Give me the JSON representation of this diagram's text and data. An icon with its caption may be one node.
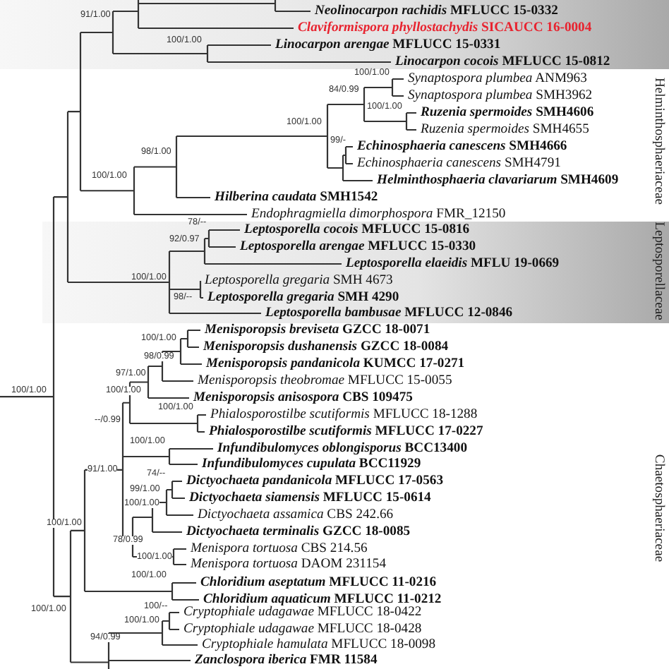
{
  "diagram": {
    "labels": [
      "*Neolinocarpon rachidis* MFLUCC 15-0332",
      "91/1.00",
      "*Claviformispora phyllostachydis* SICAUCC 16-0004",
      "100/1.00",
      "*Linocarpon arengae* MFLUCC 15-0331",
      "*Linocarpon cocois* MFLUCC 15-0812",
      "100/1.00",
      "*Synaptospora plumbea* ANM963",
      "84/0.99",
      "*Synaptospora plumbea* SMH3962",
      "100/1.00",
      "*Ruzenia spermoides* SMH4606",
      "100/1.00",
      "*Ruzenia spermoides* SMH4655",
      "99/-",
      "*Echinosphaeria canescens* SMH4666",
      "98/1.00",
      "*Echinosphaeria canescens* SMH4791",
      "*Helminthosphaeria clavariarum* SMH4609",
      "100/1.00",
      "*Hilberina caudata* SMH1542",
      "*Endophragmiella dimorphospora* FMR_12150",
      "78/--",
      "*Leptosporella cocois* MFLUCC 15-0816",
      "92/0.97",
      "*Leptosporella arengae* MFLUCC 15-0330",
      "*Leptosporella elaeidis* MFLU 19-0669",
      "100/1.00",
      "*Leptosporella gregaria* SMH 4673",
      "98/--",
      "*Leptosporella gregaria* SMH 4290",
      "*Leptosporella bambusae* MFLUCC 12-0846",
      "*Menisporopsis breviseta* GZCC 18-0071",
      "100/1.00",
      "*Menisporopsis dushanensis* GZCC 18-0084",
      "98/0.99",
      "*Menisporopsis pandanicola* KUMCC 17-0271",
      "97/1.00",
      "*Menisporopsis theobromae* MFLUCC 15-0055",
      "100/1.00",
      "100/1.00",
      "*Menisporopsis anisospora* CBS 109475",
      "100/1.00",
      "*Phialosporostilbe scutiformis* MFLUCC 18-1288",
      "--/0.99",
      "*Phialosporostilbe scutiformis* MFLUCC 17-0227",
      "100/1.00",
      "*Infundibulomyces oblongisporus* BCC13400",
      "*Infundibulomyces cupulata* BCC11929",
      "91/1.00",
      "74/--",
      "*Dictyochaeta pandanicola* MFLUCC 17-0563",
      "99/1.00",
      "*Dictyochaeta siamensis* MFLUCC 15-0614",
      "100/1.00",
      "*Dictyochaeta assamica* CBS 242.66",
      "100/1.00",
      "*Dictyochaeta terminalis* GZCC 18-0085",
      "78/0.99",
      "*Menispora tortuosa* CBS 214.56",
      "100/1.00",
      "*Menispora tortuosa* DAOM 231154",
      "100/1.00",
      "*Chloridium aseptatum* MFLUCC 11-0216",
      "*Chloridium aquaticum* MFLUCC 11-0212",
      "100/1.00",
      "100/--",
      "*Cryptophiale udagawae* MFLUCC 18-0422",
      "100/1.00",
      "*Cryptophiale udagawae* MFLUCC 18-0428",
      "94/0.99",
      "*Cryptophiale hamulata* MFLUCC 18-0098",
      "*Zanclospora iberica* FMR 11584",
      "Helminthosphaeriaceae",
      "Leptosporellaceae",
      "Chaetosphaeriaceae"
    ]
  }
}
